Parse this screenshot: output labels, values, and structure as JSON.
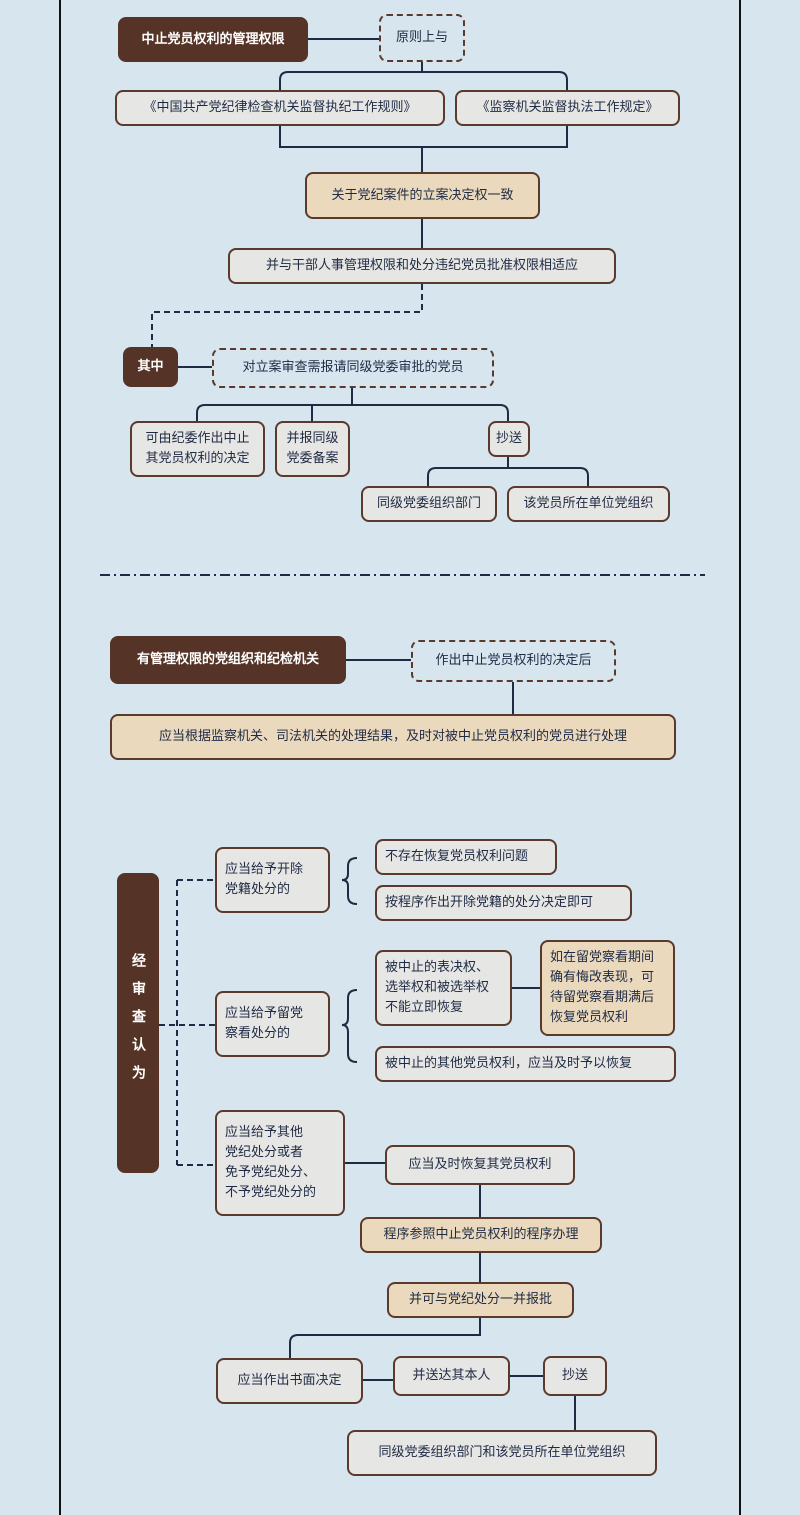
{
  "section1": {
    "title": "中止党员权利的管理权限",
    "principle": "原则上与",
    "rule1": "《中国共产党纪律检查机关监督执纪工作规则》",
    "rule2": "《监察机关监督执法工作规定》",
    "consistent": "关于党纪案件的立案决定权一致",
    "adapt": "并与干部人事管理权限和处分违纪党员批准权限相适应",
    "among": "其中",
    "report": "对立案审查需报请同级党委审批的党员",
    "decide": "可由纪委作出中止\n其党员权利的决定",
    "file": "并报同级\n党委备案",
    "cc": "抄送",
    "cc1": "同级党委组织部门",
    "cc2": "该党员所在单位党组织"
  },
  "section2": {
    "title": "有管理权限的党组织和纪检机关",
    "after": "作出中止党员权利的决定后",
    "handle": "应当根据监察机关、司法机关的处理结果，及时对被中止党员权利的党员进行处理"
  },
  "section3": {
    "title": "经审查认为",
    "expel": "应当给予开除\n党籍处分的",
    "expel1": "不存在恢复党员权利问题",
    "expel2": "按程序作出开除党籍的处分决定即可",
    "probation": "应当给予留党\n察看处分的",
    "prob1": "被中止的表决权、\n选举权和被选举权\n不能立即恢复",
    "prob1b": "如在留党察看期间\n确有悔改表现，可\n待留党察看期满后\n恢复党员权利",
    "prob2": "被中止的其他党员权利，应当及时予以恢复",
    "other": "应当给予其他\n党纪处分或者\n免予党纪处分、\n不予党纪处分的",
    "restore": "应当及时恢复其党员权利",
    "procedure": "程序参照中止党员权利的程序办理",
    "approve": "并可与党纪处分一并报批",
    "written": "应当作出书面决定",
    "deliver": "并送达其本人",
    "cc": "抄送",
    "ccTarget": "同级党委组织部门和该党员所在单位党组织"
  },
  "colors": {
    "background": "#d7e5ef",
    "dark": "#553427",
    "beige": "#ead9bd",
    "grey": "#e6e6e4",
    "line": "#1f2a44"
  }
}
